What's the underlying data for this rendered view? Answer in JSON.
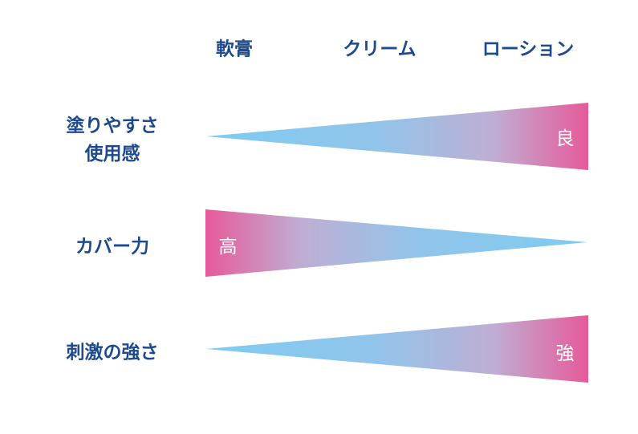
{
  "columns": [
    "軟膏",
    "クリーム",
    "ローション"
  ],
  "rows": [
    {
      "label_lines": [
        "塗りやすさ",
        "使用感"
      ],
      "marker": "良",
      "strong_end": "right"
    },
    {
      "label_lines": [
        "カバー力"
      ],
      "marker": "高",
      "strong_end": "left"
    },
    {
      "label_lines": [
        "刺激の強さ"
      ],
      "marker": "強",
      "strong_end": "right"
    }
  ],
  "colors": {
    "text": "#1d4a8c",
    "weak": "#7ecbf1",
    "strong": "#e65a9a"
  }
}
